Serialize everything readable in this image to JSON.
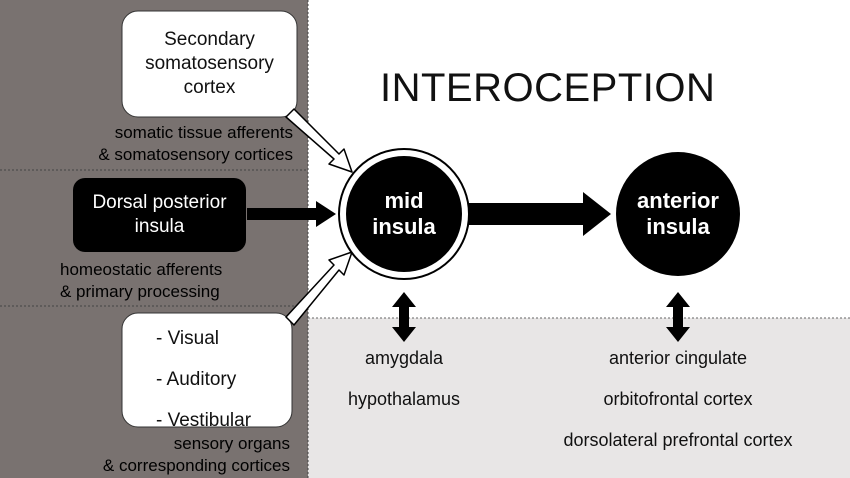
{
  "title": "INTEROCEPTION",
  "inputs": [
    {
      "box_lines": [
        "Secondary",
        "somatosensory",
        "cortex"
      ],
      "caption_lines": [
        "somatic tissue afferents",
        "& somatosensory cortices"
      ]
    },
    {
      "box_lines": [
        "Dorsal posterior",
        "insula"
      ],
      "caption_lines": [
        "homeostatic afferents",
        "& primary processing"
      ]
    },
    {
      "box_lines": [
        "- Visual",
        "- Auditory",
        "- Vestibular"
      ],
      "caption_lines": [
        "sensory organs",
        "& corresponding cortices"
      ]
    }
  ],
  "nodes": {
    "mid": {
      "lines": [
        "mid",
        "insula"
      ]
    },
    "anterior": {
      "lines": [
        "anterior",
        "insula"
      ]
    }
  },
  "connections": {
    "mid": [
      "amygdala",
      "hypothalamus"
    ],
    "anterior": [
      "anterior cingulate",
      "orbitofrontal cortex",
      "dorsolateral prefrontal cortex"
    ]
  },
  "colors": {
    "left_panel": "#797270",
    "bottom_panel": "#e8e6e6",
    "node_fill": "#000000",
    "box_fill": "#ffffff"
  }
}
